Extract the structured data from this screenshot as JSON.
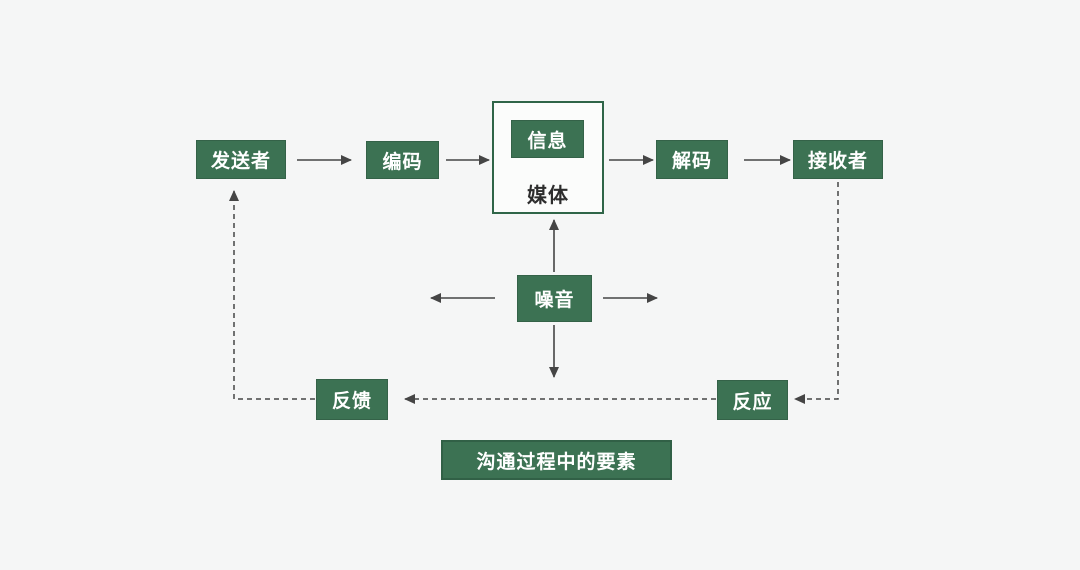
{
  "diagram": {
    "caption": "沟通过程中的要素",
    "nodes": {
      "sender": "发送者",
      "encoder": "编码",
      "message": "信息",
      "medium": "媒体",
      "decoder": "解码",
      "receiver": "接收者",
      "noise": "噪音",
      "feedback": "反馈",
      "response": "反应"
    },
    "connectors": [
      {
        "from": "sender",
        "to": "encoder",
        "style": "solid"
      },
      {
        "from": "encoder",
        "to": "message_medium",
        "style": "solid"
      },
      {
        "from": "message_medium",
        "to": "decoder",
        "style": "solid"
      },
      {
        "from": "decoder",
        "to": "receiver",
        "style": "solid"
      },
      {
        "from": "noise",
        "to": "message_medium",
        "style": "solid"
      },
      {
        "from": "noise",
        "to": "outward-left",
        "style": "solid"
      },
      {
        "from": "noise",
        "to": "outward-right",
        "style": "solid"
      },
      {
        "from": "noise",
        "to": "outward-down",
        "style": "solid"
      },
      {
        "from": "receiver",
        "to": "response",
        "style": "dashed"
      },
      {
        "from": "response",
        "to": "feedback",
        "style": "dashed"
      },
      {
        "from": "feedback",
        "to": "sender",
        "style": "dashed"
      }
    ],
    "colors": {
      "node_fill": "#3c7253",
      "node_border": "#316046",
      "background": "#f5f6f6",
      "connector": "#454545",
      "dark_text": "#2d2d2d",
      "node_text": "#ffffff"
    }
  }
}
